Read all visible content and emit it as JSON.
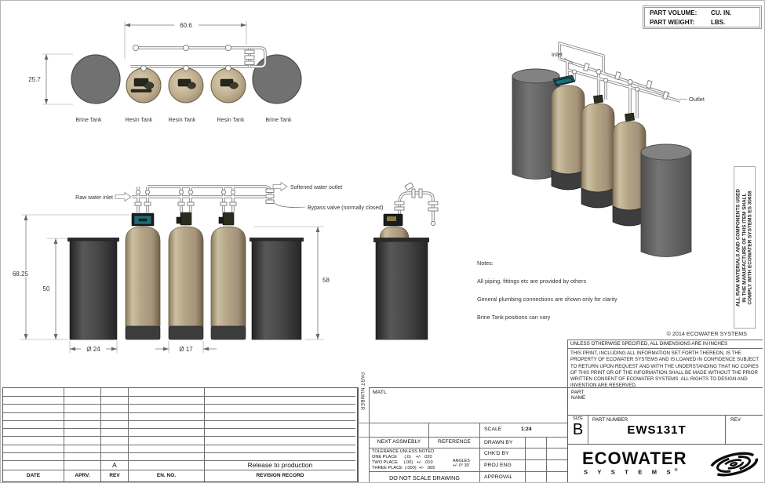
{
  "sheet": {
    "copyright": "© 2014 ECOWATER SYSTEMS",
    "material_note_vertical": [
      "ALL RAW MATERIALS AND COMPONENTS USED",
      "IN THE MANUFACTURE OF THIS ITEM SHALL",
      "COMPLY WITH ECOWATER SYSTEMS ES 30658"
    ],
    "dimension_note": "UNLESS OTHERWISE SPECIFIED, ALL DIMENSIONS ARE IN INCHES",
    "confidentiality": "THIS PRINT, INCLUDING ALL INFORMATION SET FORTH THEREON, IS THE PROPERTY OF ECOWATER SYSTEMS AND IS LOANED IN CONFIDENCE SUBJECT TO RETURN UPON REQUEST AND WITH THE UNDERSTANDING THAT NO COPIES OF THIS PRINT OR OF THE INFORMATION SHALL BE MADE WITHOUT THE PRIOR WRITTEN CONSENT OF ECOWATER SYSTEMS. ALL RIGHTS TO DESIGN AND INVENTION ARE RESERVED."
  },
  "part_info": {
    "volume_label": "PART VOLUME:",
    "volume_value": "CU. IN.",
    "weight_label": "PART WEIGHT:",
    "weight_value": "LBS."
  },
  "plan_view": {
    "dim_width": "60.6",
    "dim_height": "25.7",
    "labels": [
      "Brine Tank",
      "Resin Tank",
      "Resin Tank",
      "Resin Tank",
      "Brine Tank"
    ]
  },
  "iso_view": {
    "inlet_label": "Inlet",
    "outlet_label": "Outlet"
  },
  "front_view": {
    "inlet_label": "Raw water inlet",
    "outlet_label": "Softened water outlet",
    "bypass_label": "Bypass valve (normally closed)",
    "dim_total_height": "68.25",
    "dim_brine_height": "50",
    "dim_right_height": "58",
    "dim_brine_dia": "Ø 24",
    "dim_resin_dia": "Ø 17"
  },
  "notes": {
    "title": "Notes:",
    "lines": [
      "All piping, fittings etc are provided by others",
      "General plumbing connections are shown only for clarity",
      "Brine Tank positions can vary"
    ]
  },
  "revision_table": {
    "empty_rows": 9,
    "release": {
      "rev": "A",
      "record": "Release to production"
    },
    "headers": [
      "DATE",
      "APRV.",
      "REV",
      "EN. NO.",
      "REVISION RECORD"
    ]
  },
  "title_block": {
    "part_number_strip": "PART NUMBER",
    "matl": "MATL",
    "next_assembly": "NEXT ASSMEBLY",
    "reference": "REFERENCE",
    "tolerance_title": "TOLERANCE UNLESS NOTED",
    "tol_lines": [
      "ONE PLACE      (.0)    +/-  .020",
      "TWO PLACE     (.00)   +/-  .010",
      "THREE PLACE  (.000)  +/-  .005"
    ],
    "angles_line1": "ANGLES",
    "angles_line2": "+/- 0° 30'",
    "do_not_scale": "DO NOT SCALE DRAWING",
    "scale_label": "SCALE",
    "scale_value": "1:24",
    "approvals": [
      "DRAWN BY",
      "CHK'D BY",
      "PROJ ENG",
      "APPROVAL"
    ],
    "part_name_label": "PART NAME",
    "size_label": "SIZE",
    "size_value": "B",
    "pn_label": "PART  NUMBER",
    "pn_value": "EWS131T",
    "rev_label": "REV"
  },
  "logo": {
    "line1": "ECOWATER",
    "line2": "S Y S T E M S",
    "reg": "®"
  },
  "colors": {
    "resin_tank": "#b3a183",
    "brine_tank_plan": "#6f6f6f",
    "brine_tank_front": "#3a3a3a",
    "valve_teal": "#1d6e78"
  }
}
